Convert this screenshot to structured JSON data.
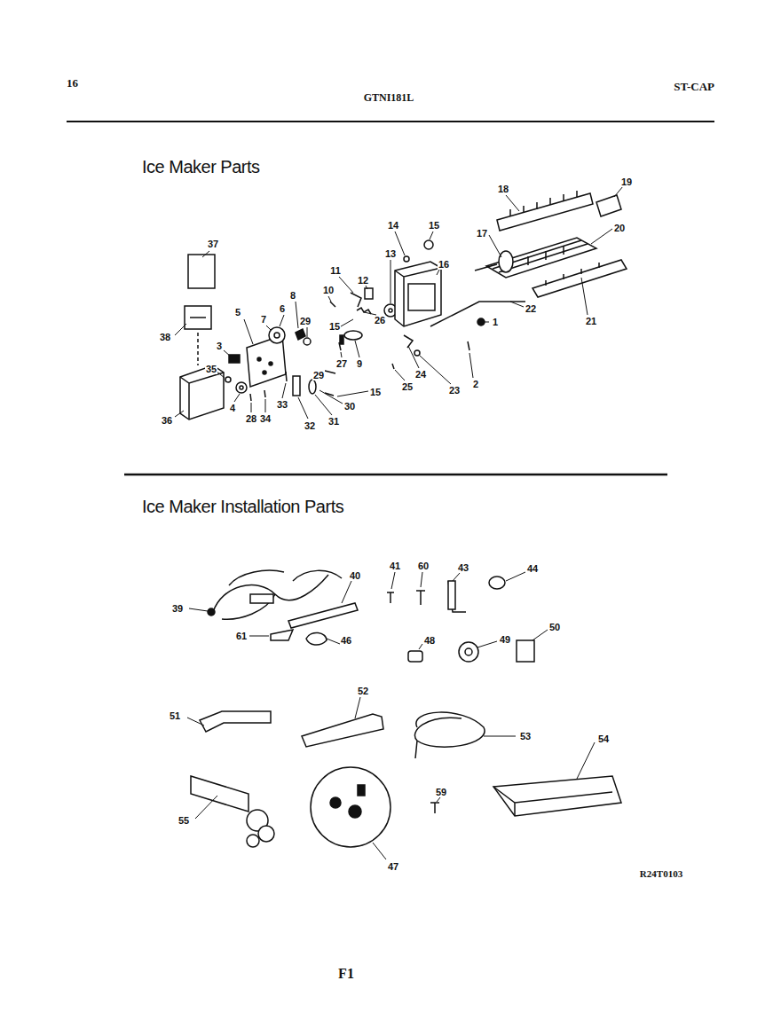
{
  "diagram": {
    "labels": [
      "16",
      "GTNI181L",
      "ST-CAP",
      "Ice Maker Parts",
      "Ice Maker Installation Parts",
      "R24T0103",
      "F1",
      "37",
      "38",
      "3",
      "5",
      "7",
      "6",
      "8",
      "29",
      "10",
      "11",
      "12",
      "13",
      "14",
      "15",
      "16",
      "18",
      "19",
      "17",
      "20",
      "21",
      "22",
      "1",
      "2",
      "23",
      "24",
      "25",
      "26",
      "15",
      "9",
      "27",
      "29",
      "30",
      "15",
      "31",
      "32",
      "33",
      "34",
      "28",
      "4",
      "35",
      "36",
      "39",
      "40",
      "41",
      "60",
      "43",
      "44",
      "61",
      "46",
      "48",
      "49",
      "50",
      "51",
      "52",
      "53",
      "54",
      "55",
      "47",
      "59"
    ]
  }
}
